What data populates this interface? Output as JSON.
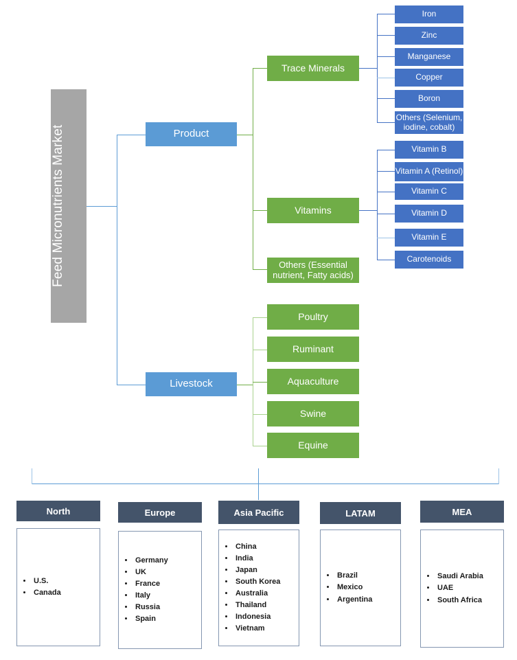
{
  "diagram": {
    "title": "Feed Micronutrients Market",
    "colors": {
      "root": "#A6A6A6",
      "level1": "#5B9BD5",
      "level2": "#70AD47",
      "level3": "#4472C4",
      "region_header": "#44546A",
      "region_border": "#8496B0"
    }
  },
  "branches": {
    "product": {
      "label": "Product",
      "groups": [
        {
          "label": "Trace Minerals",
          "children": [
            {
              "label": "Iron"
            },
            {
              "label": "Zinc"
            },
            {
              "label": "Manganese"
            },
            {
              "label": "Copper"
            },
            {
              "label": "Boron"
            },
            {
              "label": "Others (Selenium, iodine, cobalt)"
            }
          ]
        },
        {
          "label": "Vitamins",
          "children": [
            {
              "label": "Vitamin B"
            },
            {
              "label": "Vitamin A (Retinol)"
            },
            {
              "label": "Vitamin C"
            },
            {
              "label": "Vitamin D"
            },
            {
              "label": "Vitamin E"
            },
            {
              "label": "Carotenoids"
            }
          ]
        },
        {
          "label": "Others (Essential nutrient, Fatty acids)",
          "children": []
        }
      ]
    },
    "livestock": {
      "label": "Livestock",
      "children": [
        {
          "label": "Poultry"
        },
        {
          "label": "Ruminant"
        },
        {
          "label": "Aquaculture"
        },
        {
          "label": "Swine"
        },
        {
          "label": "Equine"
        }
      ]
    }
  },
  "regions": [
    {
      "header": "North",
      "items": [
        "U.S.",
        "Canada"
      ]
    },
    {
      "header": "Europe",
      "items": [
        "Germany",
        "UK",
        "France",
        "Italy",
        "Russia",
        "Spain"
      ]
    },
    {
      "header": "Asia Pacific",
      "items": [
        "China",
        "India",
        "Japan",
        "South Korea",
        "Australia",
        "Thailand",
        "Indonesia",
        "Vietnam"
      ]
    },
    {
      "header": "LATAM",
      "items": [
        "Brazil",
        "Mexico",
        "Argentina"
      ]
    },
    {
      "header": "MEA",
      "items": [
        "Saudi Arabia",
        "UAE",
        "South Africa"
      ]
    }
  ]
}
